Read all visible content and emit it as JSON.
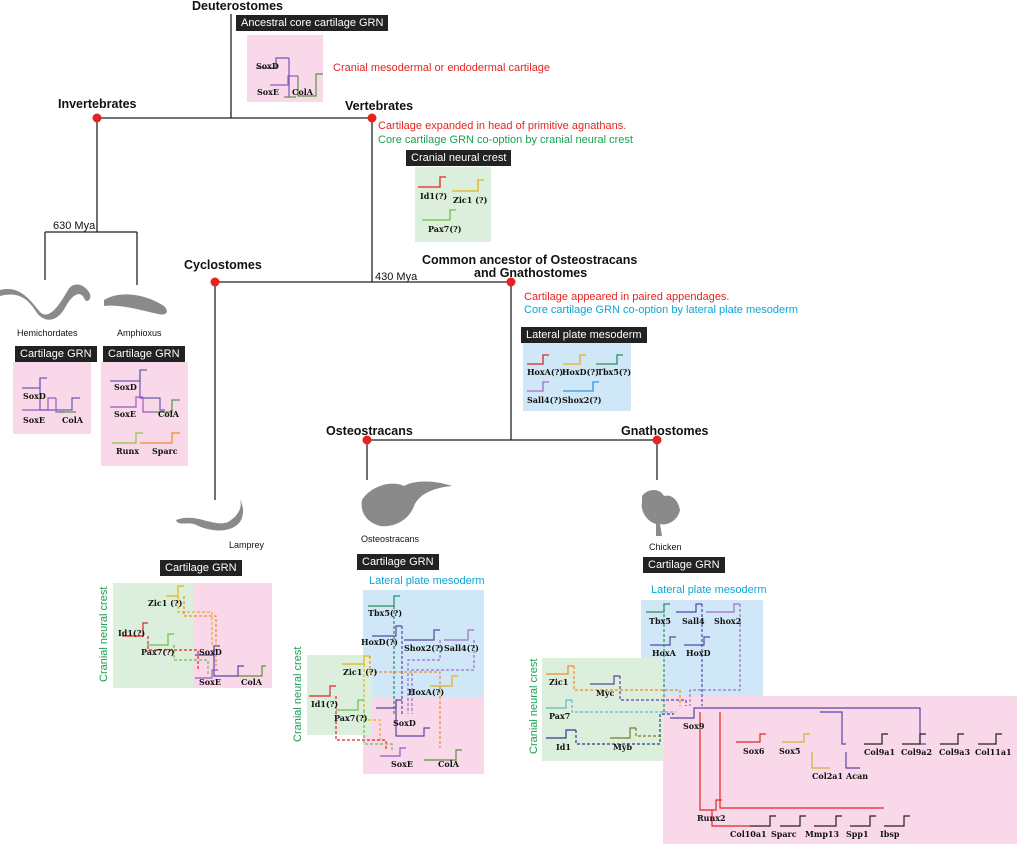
{
  "tree": {
    "deuterostomes": "Deuterostomes",
    "invertebrates": "Invertebrates",
    "vertebrates": "Vertebrates",
    "cyclostomes": "Cyclostomes",
    "common_ancestor_line1": "Common ancestor of Osteostracans",
    "common_ancestor_line2": "and Gnathostomes",
    "osteostracans": "Osteostracans",
    "gnathostomes": "Gnathostomes",
    "mya_630": "630 Mya",
    "mya_430": "430 Mya"
  },
  "ancestral": {
    "box_title": "Ancestral core cartilage GRN",
    "note": "Cranial mesodermal or endodermal cartilage",
    "genes": [
      "SoxD",
      "SoxE",
      "ColA"
    ]
  },
  "vertebrate_notes": {
    "line1": "Cartilage expanded in head of primitive agnathans.",
    "line2": "Core cartilage GRN co-option by cranial neural crest",
    "box_title": "Cranial neural crest",
    "genes": [
      "Id1(?)",
      "Zic1 (?)",
      "Pax7(?)"
    ]
  },
  "osteo_gnatho_notes": {
    "line1": "Cartilage appeared in paired appendages.",
    "line2": "Core cartilage GRN co-option by lateral plate mesoderm",
    "box_title": "Lateral plate mesoderm",
    "genes": [
      "HoxA(?)",
      "HoxD(?)",
      "Tbx5(?)",
      "Sall4(?)",
      "Shox2(?)"
    ]
  },
  "hemichordates": {
    "name": "Hemichordates",
    "box_title": "Cartilage GRN",
    "genes": [
      "SoxD",
      "SoxE",
      "ColA"
    ]
  },
  "amphioxus": {
    "name": "Amphioxus",
    "box_title": "Cartilage GRN",
    "genes": [
      "SoxD",
      "SoxE",
      "ColA",
      "Runx",
      "Sparc"
    ]
  },
  "lamprey": {
    "name": "Lamprey",
    "box_title": "Cartilage GRN",
    "side_label": "Cranial neural crest",
    "genes": [
      "Zic1 (?)",
      "Id1(?)",
      "Pax7(?)",
      "SoxD",
      "SoxE",
      "ColA"
    ]
  },
  "osteostracan_grn": {
    "name": "Osteostracans",
    "box_title": "Cartilage GRN",
    "lpm_label": "Lateral plate mesoderm",
    "side_label": "Cranial neural crest",
    "genes": [
      "Tbx5(?)",
      "HoxD(?)",
      "Shox2(?)",
      "Sall4(?)",
      "Zic1 (?)",
      "HoxA(?)",
      "Id1(?)",
      "Pax7(?)",
      "SoxD",
      "SoxE",
      "ColA"
    ]
  },
  "chicken_grn": {
    "name": "Chicken",
    "box_title": "Cartilage GRN",
    "lpm_label": "Lateral plate mesoderm",
    "side_label": "Cranial neural crest",
    "genes": [
      "Tbx5",
      "Sall4",
      "Shox2",
      "HoxA",
      "HoxD",
      "Zic1",
      "Myc",
      "Pax7",
      "Id1",
      "Myb",
      "Sox9",
      "Sox6",
      "Sox5",
      "Col9a1",
      "Col9a2",
      "Col9a3",
      "Col11a1",
      "Col2a1",
      "Acan",
      "Runx2",
      "Col10a1",
      "Sparc",
      "Mmp13",
      "Spp1",
      "Ibsp"
    ]
  },
  "colors": {
    "pink": "#f9d9e9",
    "green": "#dcefdc",
    "blue": "#cfe7f7",
    "node_red": "#e52421",
    "red_text": "#e52421",
    "green_text": "#1aa051",
    "cyan_text": "#0aa6d6"
  }
}
